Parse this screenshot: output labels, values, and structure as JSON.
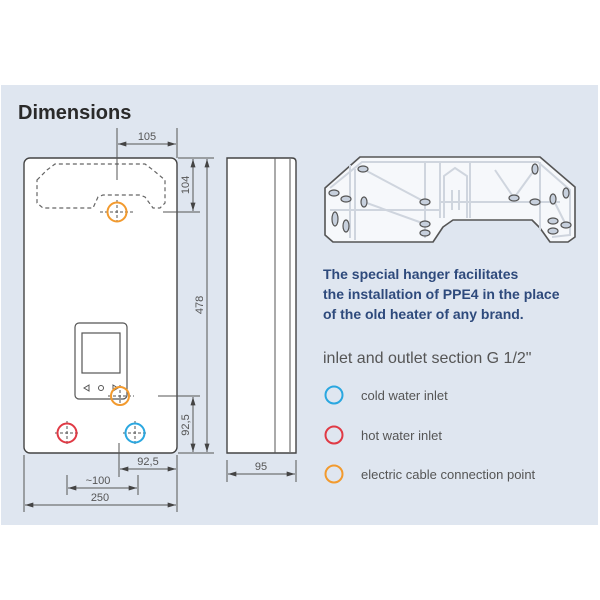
{
  "title": "Dimensions",
  "dimensions": {
    "hanger_offset": "105",
    "top_to_cable": "104",
    "height": "478",
    "bottom_to_inlet": "92,5",
    "side_to_inlet": "92,5",
    "inlet_spacing": "~100",
    "width": "250",
    "depth": "95"
  },
  "description": {
    "lines": [
      "The special hanger facilitates",
      "the installation of PPE4 in the place",
      "of the old heater of any brand."
    ],
    "section": "inlet and outlet section G 1/2\""
  },
  "legend": [
    {
      "label": "cold water inlet",
      "color": "#2aa7e0"
    },
    {
      "label": "hot water inlet",
      "color": "#e03a45"
    },
    {
      "label": "electric cable connection point",
      "color": "#f29a2e"
    }
  ],
  "colors": {
    "panel": "#dfe6f0",
    "heading_blue": "#2e4a7c"
  }
}
